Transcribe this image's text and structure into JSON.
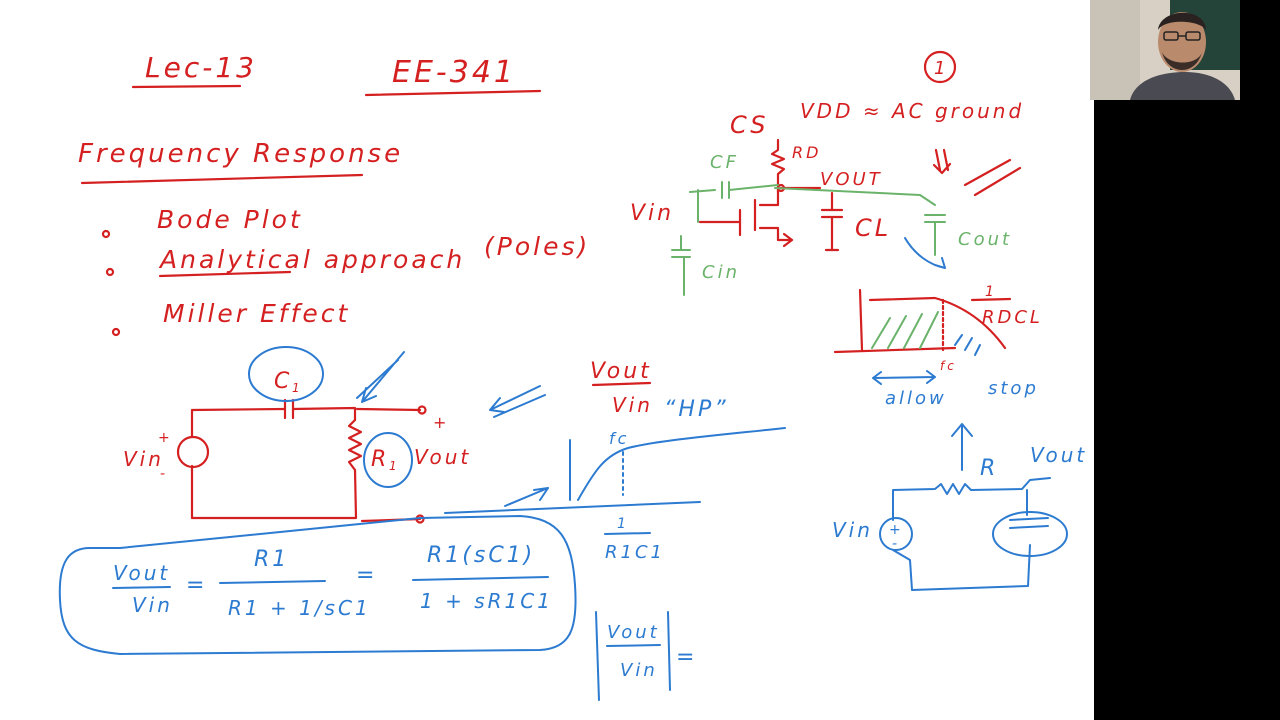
{
  "lecture": {
    "label": "Lec-13",
    "course": "EE-341"
  },
  "topic": {
    "title": "Frequency Response",
    "bullets": [
      "Bode Plot",
      "Analytical approach",
      "(Poles)",
      "Miller Effect"
    ]
  },
  "rc_circuit": {
    "capacitor": "C",
    "capacitor_sub": "1",
    "resistor": "R",
    "resistor_sub": "1",
    "input": "Vin",
    "output": "Vout",
    "plus": "+",
    "minus": "-"
  },
  "hp_plot": {
    "num": "Vout",
    "den": "Vin",
    "tag": "“HP”",
    "corner": "fc",
    "corner_num": "1",
    "corner_den": "R1C1"
  },
  "formula": {
    "lhs_num": "Vout",
    "lhs_den": "Vin",
    "eq1": "=",
    "mid_num": "R1",
    "mid_den": "R1 + 1/sC1",
    "eq2": "=",
    "rhs_num": "R1(sC1)",
    "rhs_den": "1 + sR1C1"
  },
  "magnitude": {
    "num": "Vout",
    "den": "Vin",
    "eq": "="
  },
  "cs_amp": {
    "page_num": "1",
    "type": "CS",
    "vdd_note": "VDD ≈ AC ground",
    "rd": "RD",
    "cf": "CF",
    "vout": "VOUT",
    "vin": "Vin",
    "cl": "CL",
    "cout": "Cout",
    "cin": "Cin"
  },
  "lp_plot": {
    "corner_num": "1",
    "corner_den": "RDCL",
    "corner": "fc",
    "allow": "allow",
    "stop": "stop"
  },
  "rc_lp": {
    "r": "R",
    "vin": "Vin",
    "vout": "Vout",
    "plus": "+",
    "minus": "-"
  },
  "colors": {
    "red": "#d42020",
    "blue": "#2c7bd1",
    "green": "#6bb36b",
    "board": "#ffffff"
  }
}
